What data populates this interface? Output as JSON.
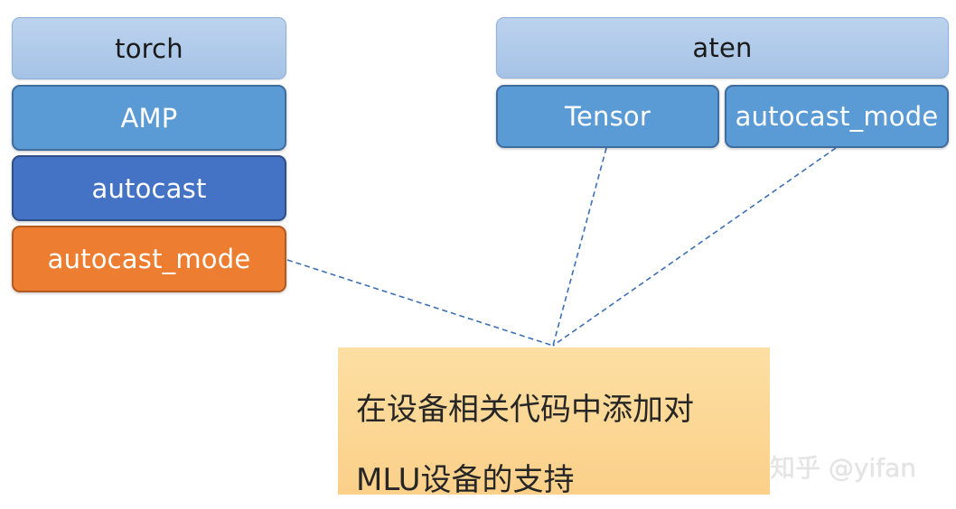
{
  "torch": {
    "header": "torch",
    "layers": [
      "AMP",
      "autocast",
      "autocast_mode"
    ]
  },
  "aten": {
    "header": "aten",
    "children": [
      "Tensor",
      "autocast_mode"
    ]
  },
  "note": {
    "line1": "在设备相关代码中添加对",
    "line2": "MLU设备的支持"
  },
  "watermark": "知乎 @yifan",
  "colors": {
    "header_fill": "#a5c2e6",
    "layer_blue": "#5b9bd5",
    "layer_dark_blue": "#4472c4",
    "layer_orange": "#ed7d31",
    "note_fill": "#fbd089",
    "connector": "#3d6fb6"
  }
}
